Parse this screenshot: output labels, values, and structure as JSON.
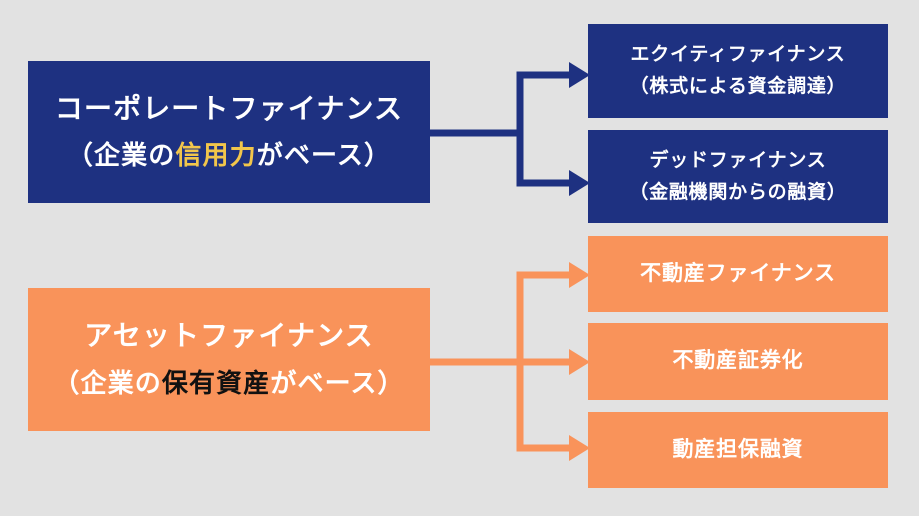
{
  "colors": {
    "navy": "#1e3181",
    "orange": "#f9935a",
    "background": "#e2e2e2",
    "highlight_yellow": "#f2c64b",
    "highlight_black": "#111111",
    "text_white": "#ffffff"
  },
  "diagram": {
    "left_nodes": [
      {
        "line1": "コーポレートファイナンス",
        "line2_prefix": "（企業の",
        "line2_highlight": "信用力",
        "line2_suffix": "がベース）"
      },
      {
        "line1": "アセットファイナンス",
        "line2_prefix": "（企業の",
        "line2_highlight": "保有資産",
        "line2_suffix": "がベース）"
      }
    ],
    "right_nodes_navy": [
      {
        "line1": "エクイティファイナンス",
        "line2": "（株式による資金調達）"
      },
      {
        "line1": "デッドファイナンス",
        "line2": "（金融機関からの融資）"
      }
    ],
    "right_nodes_orange": [
      {
        "label": "不動産ファイナンス"
      },
      {
        "label": "不動産証券化"
      },
      {
        "label": "動産担保融資"
      }
    ]
  }
}
